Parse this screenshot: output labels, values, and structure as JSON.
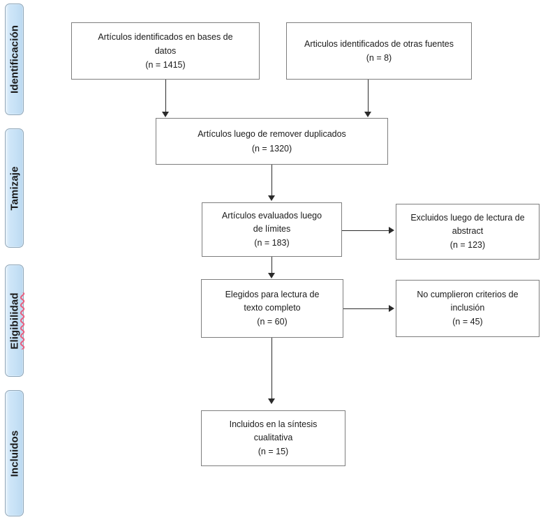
{
  "diagram": {
    "title": "PRISMA flow diagram",
    "accent_pill_fill": "#cfe4f5",
    "pill_border": "#8fa6b8",
    "box_border": "#7d7d7d",
    "connector_color": "#2b2b2b",
    "spellcheck_underline": "#e8607f"
  },
  "stages": [
    {
      "label": "Identificación",
      "misspelled": false
    },
    {
      "label": "Tamizaje",
      "misspelled": false
    },
    {
      "label": "Eligibilidad",
      "misspelled": true
    },
    {
      "label": "Incluidos",
      "misspelled": false
    }
  ],
  "boxes": {
    "databases": {
      "text": "Artículos identificados en bases de\ndatos\n(n = 1415)"
    },
    "other": {
      "text": "Articulos identificados de otras fuentes\n(n =  8)"
    },
    "duplicates": {
      "text": "Artículos luego de remover duplicados\n(n =  1320)"
    },
    "screened": {
      "text": "Artículos evaluados luego\nde límites\n(n =   183)"
    },
    "excluded_abstract": {
      "text": "Excluidos luego de lectura de\nabstract\n(n =  123)"
    },
    "fulltext": {
      "text": "Elegidos para lectura de\ntexto completo\n(n =   60)"
    },
    "excluded_criteria": {
      "text": "No cumplieron criterios de\ninclusión\n(n = 45)"
    },
    "included": {
      "text": "Incluidos en la síntesis\ncualitativa\n(n =  15)"
    }
  },
  "chart_data": {
    "type": "diagram",
    "title": "PRISMA flow diagram",
    "nodes": [
      {
        "id": "databases",
        "stage": "Identificación",
        "label": "Artículos identificados en bases de datos",
        "n": 1415
      },
      {
        "id": "other",
        "stage": "Identificación",
        "label": "Articulos identificados de otras fuentes",
        "n": 8
      },
      {
        "id": "duplicates",
        "stage": "Tamizaje",
        "label": "Artículos luego de remover duplicados",
        "n": 1320
      },
      {
        "id": "screened",
        "stage": "Tamizaje",
        "label": "Artículos evaluados luego de límites",
        "n": 183
      },
      {
        "id": "excluded_abstract",
        "stage": "Tamizaje",
        "label": "Excluidos luego de lectura de abstract",
        "n": 123
      },
      {
        "id": "fulltext",
        "stage": "Eligibilidad",
        "label": "Elegidos para lectura de texto completo",
        "n": 60
      },
      {
        "id": "excluded_criteria",
        "stage": "Eligibilidad",
        "label": "No cumplieron criterios de inclusión",
        "n": 45
      },
      {
        "id": "included",
        "stage": "Incluidos",
        "label": "Incluidos en la síntesis cualitativa",
        "n": 15
      }
    ],
    "edges": [
      {
        "from": "databases",
        "to": "duplicates",
        "direction": "down"
      },
      {
        "from": "other",
        "to": "duplicates",
        "direction": "down"
      },
      {
        "from": "duplicates",
        "to": "screened",
        "direction": "down"
      },
      {
        "from": "screened",
        "to": "excluded_abstract",
        "direction": "right"
      },
      {
        "from": "screened",
        "to": "fulltext",
        "direction": "down"
      },
      {
        "from": "fulltext",
        "to": "excluded_criteria",
        "direction": "right"
      },
      {
        "from": "fulltext",
        "to": "included",
        "direction": "down"
      }
    ]
  }
}
